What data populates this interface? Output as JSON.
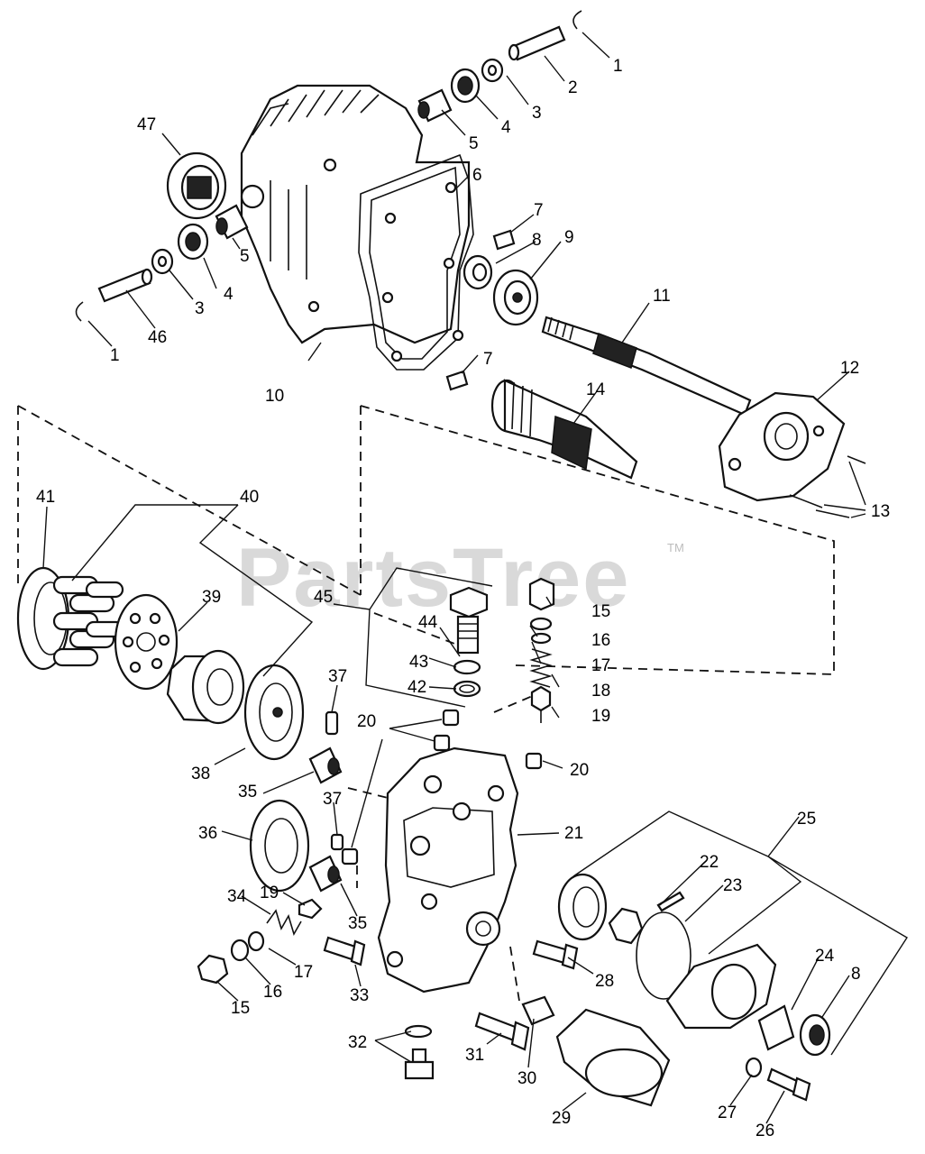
{
  "watermark": {
    "brand": "PartsTree",
    "trademark": "TM"
  },
  "callouts": {
    "c1a": "1",
    "c2": "2",
    "c3a": "3",
    "c4a": "4",
    "c5a": "5",
    "c6": "6",
    "c7a": "7",
    "c8a": "8",
    "c9": "9",
    "c47": "47",
    "c5b": "5",
    "c4b": "4",
    "c3b": "3",
    "c46": "46",
    "c1b": "1",
    "c10": "10",
    "c7b": "7",
    "c11": "11",
    "c12": "12",
    "c14": "14",
    "c13": "13",
    "c41": "41",
    "c40": "40",
    "c39": "39",
    "c45": "45",
    "c44": "44",
    "c43": "43",
    "c42": "42",
    "c15a": "15",
    "c16a": "16",
    "c17a": "17",
    "c18": "18",
    "c19a": "19",
    "c20a": "20",
    "c20b": "20",
    "c37a": "37",
    "c38": "38",
    "c35a": "35",
    "c37b": "37",
    "c36": "36",
    "c21": "21",
    "c25": "25",
    "c22": "22",
    "c23": "23",
    "c24": "24",
    "c8b": "8",
    "c34": "34",
    "c19b": "19",
    "c35b": "35",
    "c17b": "17",
    "c16b": "16",
    "c15b": "15",
    "c33": "33",
    "c28": "28",
    "c32": "32",
    "c31": "31",
    "c30": "30",
    "c29": "29",
    "c27": "27",
    "c26": "26"
  }
}
